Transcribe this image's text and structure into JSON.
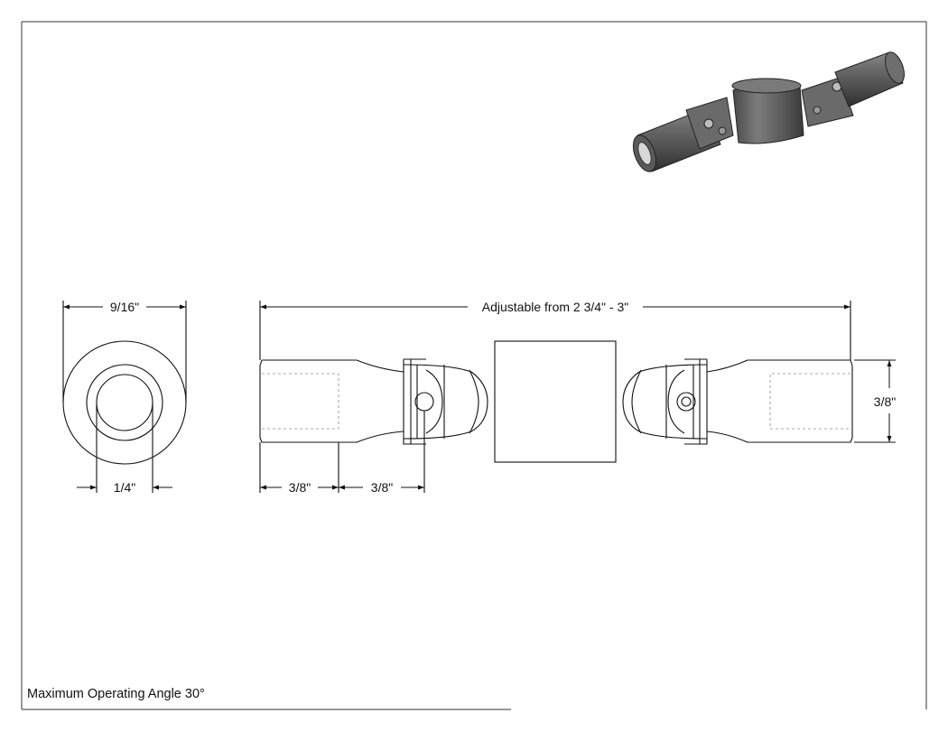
{
  "drawing": {
    "end_view": {
      "outer_diameter_label": "9/16\"",
      "bore_diameter_label": "1/4\""
    },
    "side_view": {
      "overall_length_label": "Adjustable from 2 3/4\" - 3\"",
      "socket_depth_label": "3/8\"",
      "socket_to_pin_label": "3/8\"",
      "height_label": "3/8\""
    },
    "note": "Maximum Operating Angle 30°"
  }
}
